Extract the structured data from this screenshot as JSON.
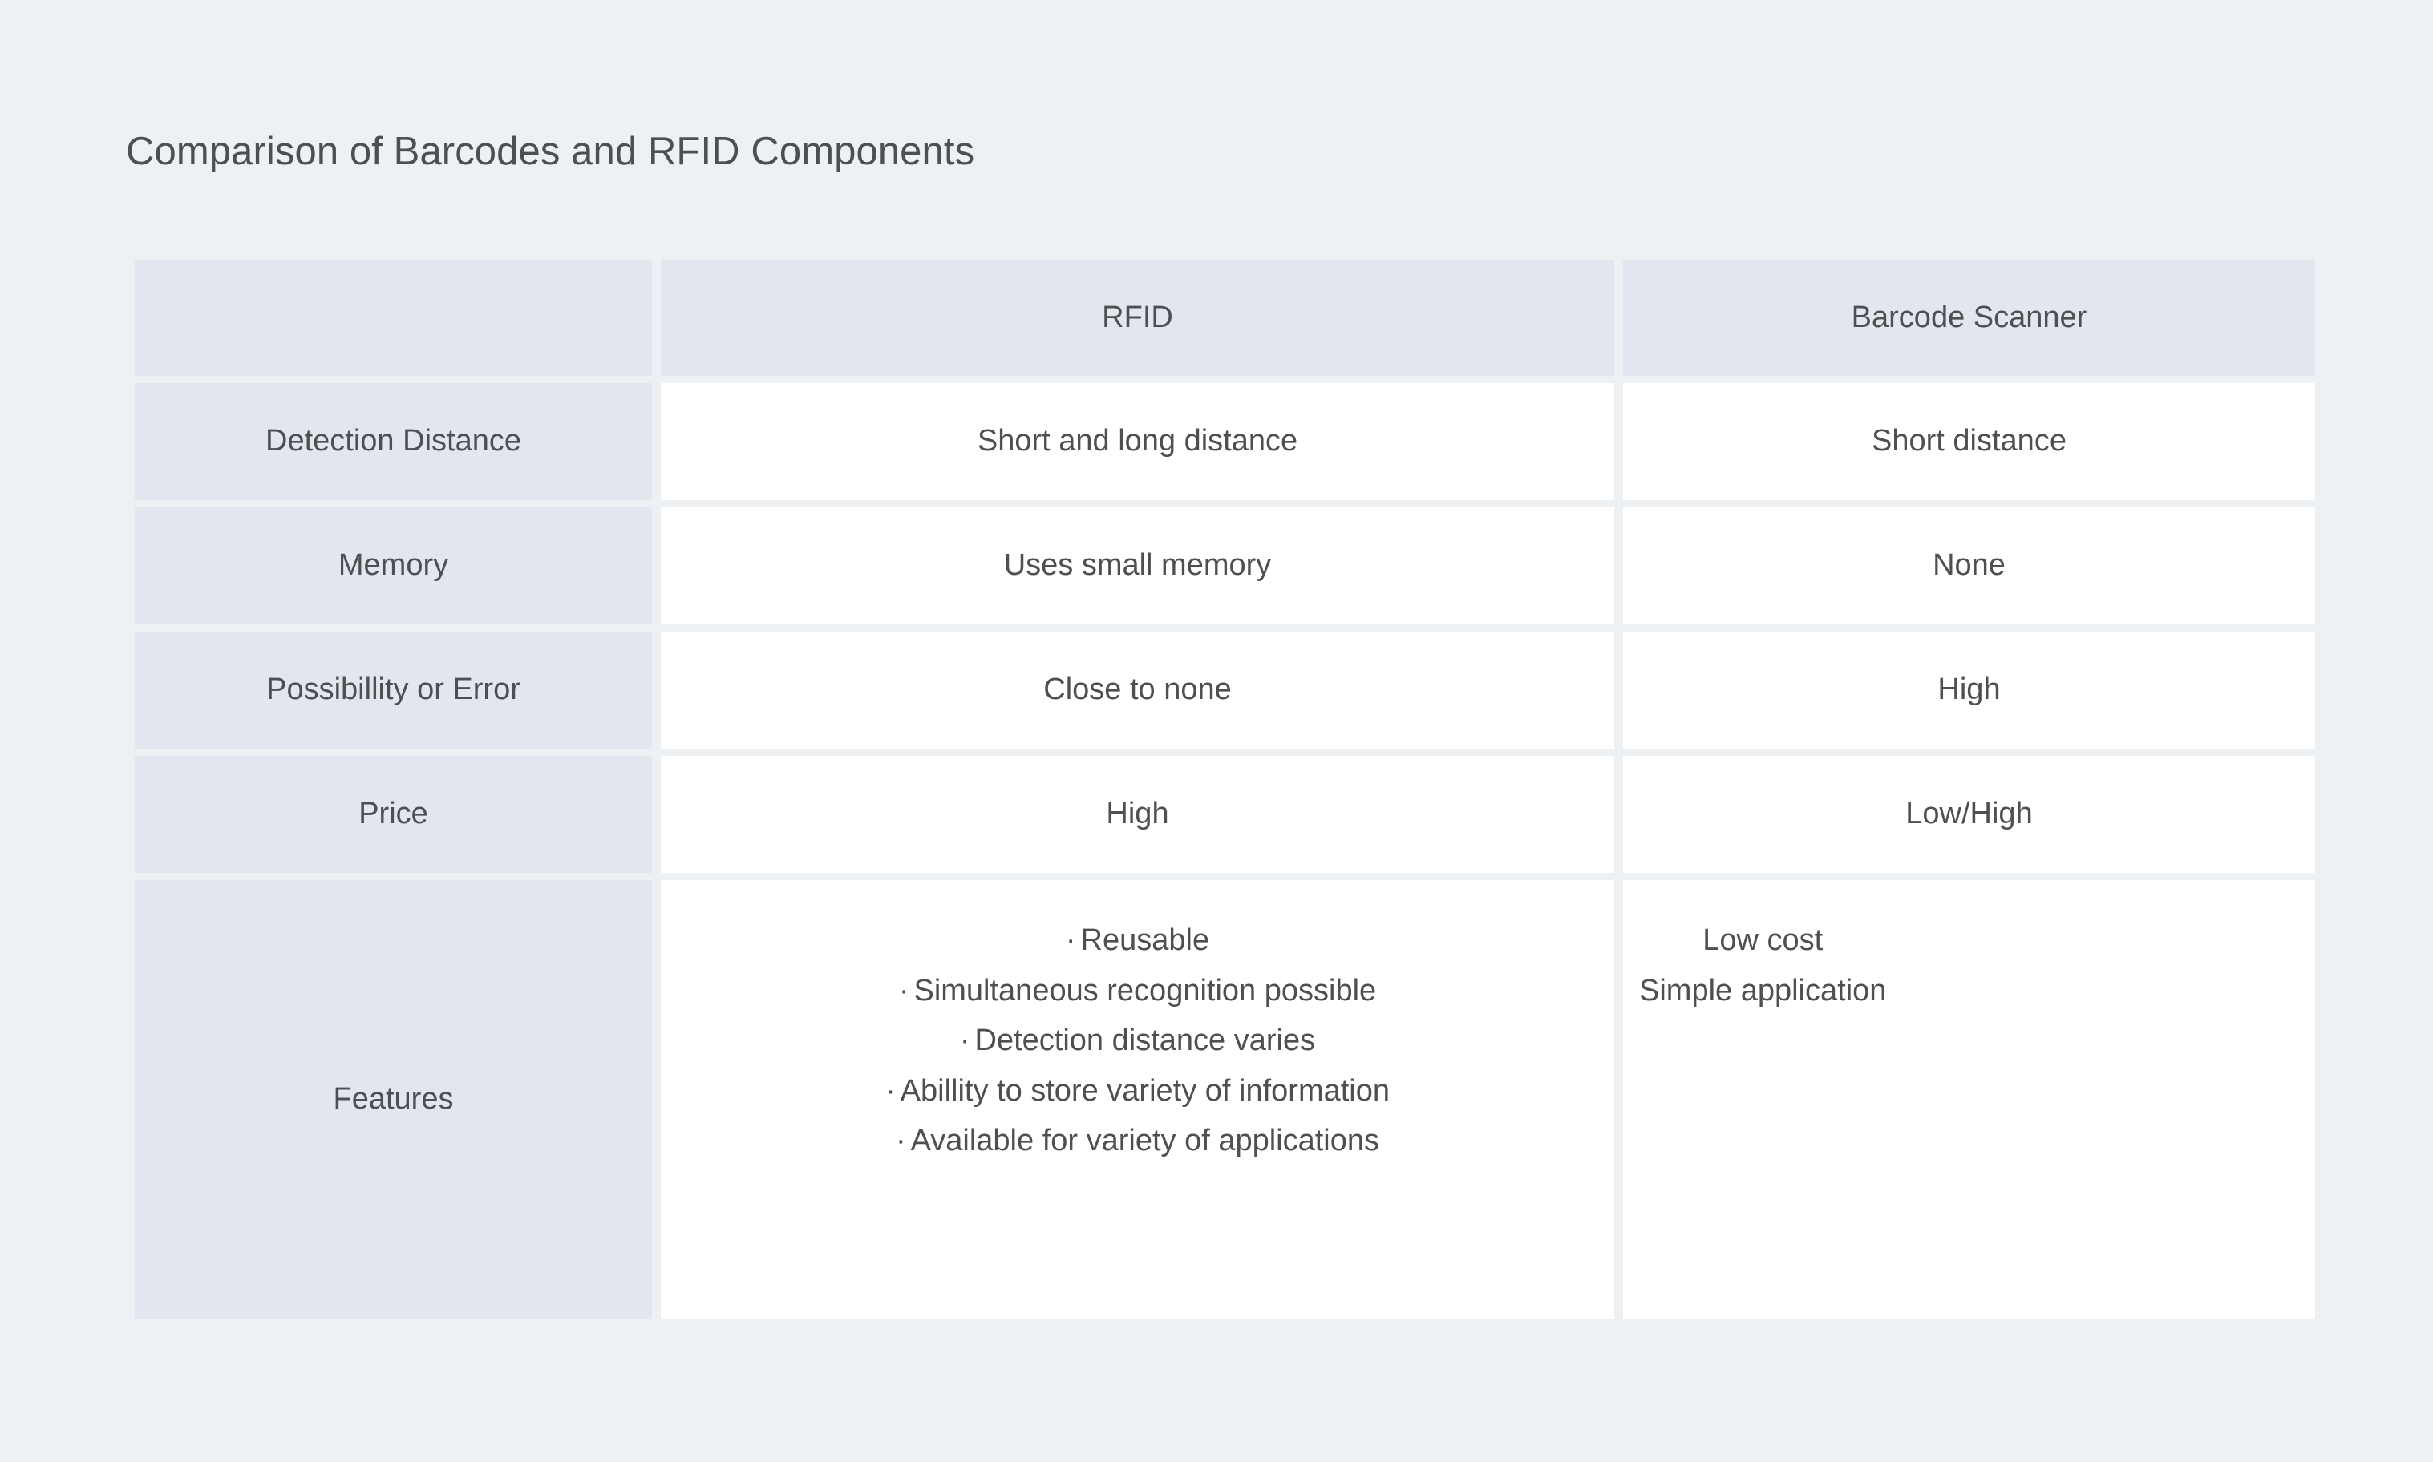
{
  "page": {
    "title": "Comparison of Barcodes and RFID Components",
    "background_color": "#eef1f4",
    "text_color": "#4d4f51",
    "header_cell_color": "#e2e6ee",
    "value_cell_color": "#ffffff"
  },
  "table": {
    "corner_label": "",
    "columns": [
      {
        "key": "feature",
        "label": ""
      },
      {
        "key": "rfid",
        "label": "RFID"
      },
      {
        "key": "barcode",
        "label": "Barcode Scanner"
      }
    ],
    "rows": [
      {
        "label": "Detection Distance",
        "rfid": "Short and long distance",
        "barcode": "Short distance"
      },
      {
        "label": "Memory",
        "rfid": "Uses small memory",
        "barcode": "None"
      },
      {
        "label": "Possibillity or Error",
        "rfid": "Close to none",
        "barcode": "High"
      },
      {
        "label": "Price",
        "rfid": "High",
        "barcode": "Low/High"
      }
    ],
    "features_row": {
      "label": "Features",
      "bullet_glyph": "·",
      "rfid_items": [
        "Reusable",
        "Simultaneous recognition possible",
        "Detection distance varies",
        "Abillity to store variety of information",
        "Available for variety of applications"
      ],
      "barcode_items": [
        "Low cost",
        "Simple application"
      ]
    }
  }
}
